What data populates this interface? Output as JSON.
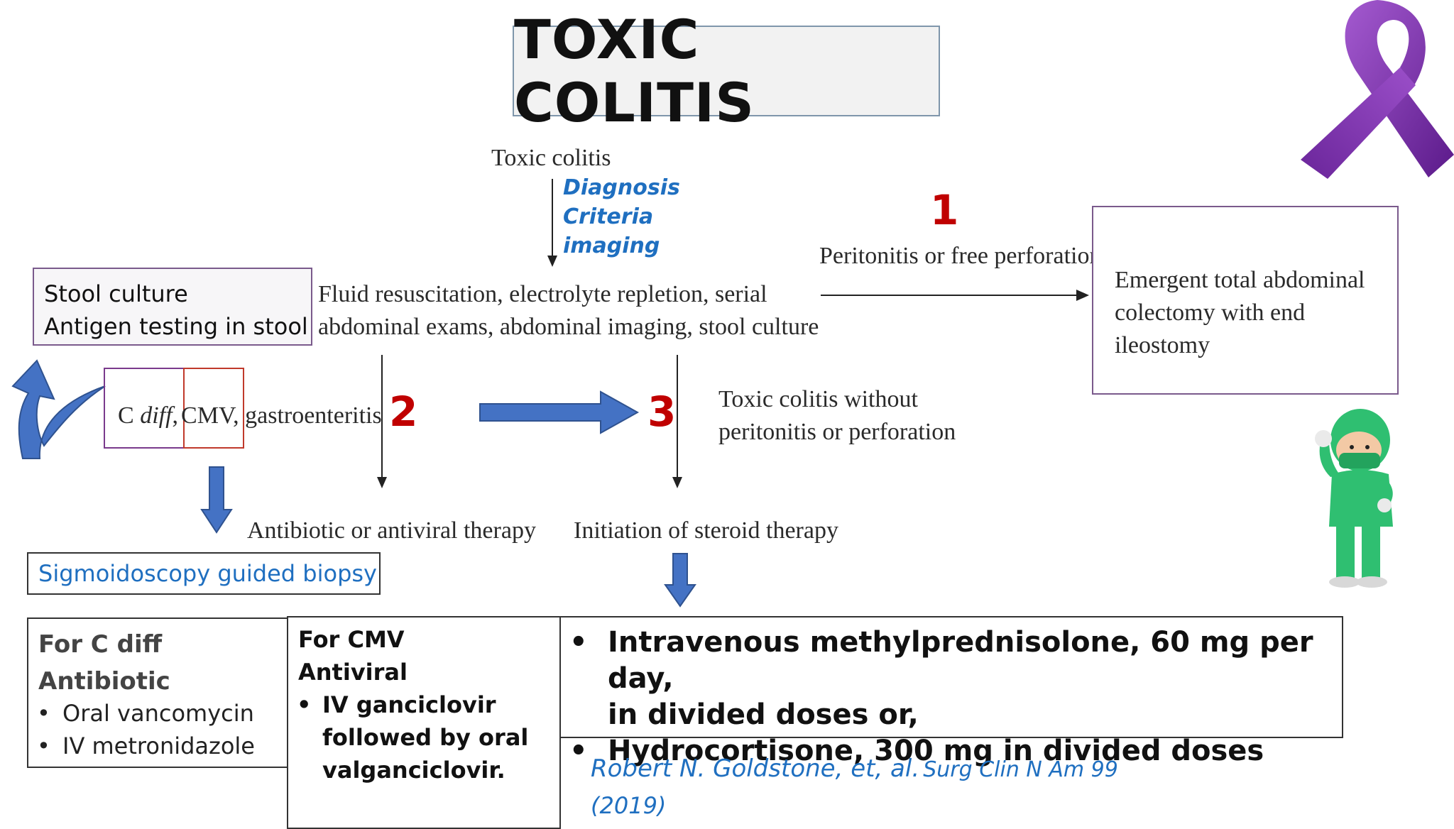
{
  "title": "TOXIC COLITIS",
  "flow": {
    "start": "Toxic colitis",
    "diagnosis_lines": [
      "Diagnosis",
      "Criteria",
      "imaging"
    ],
    "step_main_line1": "Fluid resuscitation, electrolyte repletion, serial",
    "step_main_line2": "abdominal exams, abdominal imaging, stool culture",
    "branch1_label": "Peritonitis or free perforation",
    "branch1_num": "1",
    "outcome1_line1": "Emergent total abdominal",
    "outcome1_line2": "colectomy with end ileostomy",
    "branch2_num": "2",
    "branch3_num": "3",
    "branch3_label_line1": "Toxic colitis without",
    "branch3_label_line2": "peritonitis or perforation",
    "cause_c": "C",
    "cause_diff": "diff",
    "cause_cmv": "CMV",
    "cause_gastro": "gastroenteritis",
    "outcome2": "Antibiotic or antiviral therapy",
    "outcome3": "Initiation of steroid therapy"
  },
  "stool_box": {
    "line1": "Stool culture",
    "line2": "Antigen testing in stool"
  },
  "biopsy": "Sigmoidoscopy guided biopsy",
  "cdiff_box": {
    "heading1": "For C diff",
    "heading2": "Antibiotic",
    "items": [
      "Oral vancomycin",
      "IV metronidazole"
    ]
  },
  "cmv_box": {
    "heading1": "For CMV",
    "heading2": "Antiviral",
    "item_line1": "IV ganciclovir",
    "item_line2": "followed by oral",
    "item_line3": "valganciclovir."
  },
  "steroid_box": {
    "item1_line1": "Intravenous methylprednisolone, 60 mg per day,",
    "item1_line2": "in divided doses or,",
    "item2": "Hydrocortisone, 300 mg in divided doses"
  },
  "citation": {
    "authors": "Robert N. Goldstone, et, al.",
    "journal": "Surg Clin N Am 99",
    "year": "(2019)"
  },
  "icons": {
    "ribbon": "purple-awareness-ribbon-icon",
    "surgeon": "surgeon-cartoon-icon",
    "curved_arrow": "curved-arrow-icon"
  },
  "colors": {
    "blue_arrow": "#4472c4",
    "red_number": "#c00000",
    "ribbon": "#7b2fa8",
    "link_blue": "#1f6fc0"
  }
}
